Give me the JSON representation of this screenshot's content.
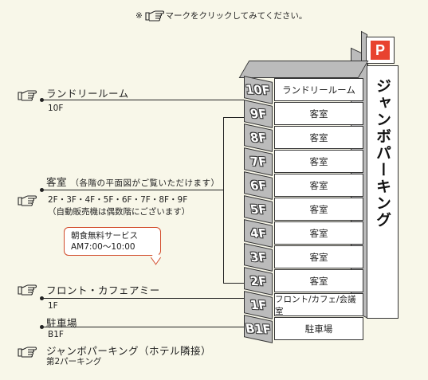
{
  "top_note": "※ [hand] マークをクリックしてみてください。",
  "top_note_prefix": "※",
  "top_note_text": "マークをクリックしてみてください。",
  "labels": {
    "laundry": "ランドリールーム",
    "laundry_floor": "10F",
    "guestroom": "客室",
    "guestroom_note": "（各階の平面図がご覧いただけます）",
    "guestroom_floors": "2F・3F・4F・5F・6F・7F・8F・9F",
    "guestroom_even": "（自動販売機は偶数階にございます）",
    "front": "フロント・カフェアミー",
    "front_floor": "1F",
    "parking": "駐車場",
    "parking_floor": "B1F",
    "jumbo": "ジャンボパーキング（ホテル隣接）",
    "jumbo_sub": "第2パーキング"
  },
  "bubble": {
    "title": "朝食無料サービス",
    "time": "AM7:00〜10:00"
  },
  "floors": [
    {
      "tag": "10F",
      "name": "ランドリールーム"
    },
    {
      "tag": "9F",
      "name": "客室"
    },
    {
      "tag": "8F",
      "name": "客室"
    },
    {
      "tag": "7F",
      "name": "客室"
    },
    {
      "tag": "6F",
      "name": "客室"
    },
    {
      "tag": "5F",
      "name": "客室"
    },
    {
      "tag": "4F",
      "name": "客室"
    },
    {
      "tag": "3F",
      "name": "客室"
    },
    {
      "tag": "2F",
      "name": "客室"
    },
    {
      "tag": "1F",
      "name": "フロント/カフェ/会議室"
    },
    {
      "tag": "B1F",
      "name": "駐車場"
    }
  ],
  "tower_text": "ジャンボパーキング",
  "p_mark": "P",
  "colors": {
    "accent": "#d24b2a",
    "parking": "#e8432f",
    "background": "#f8f7e9"
  }
}
